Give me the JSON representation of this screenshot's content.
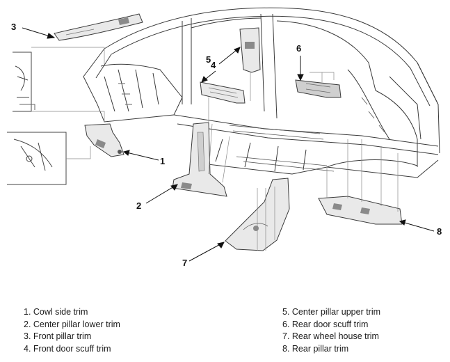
{
  "callouts": {
    "c1": "1",
    "c2": "2",
    "c3": "3",
    "c4": "4",
    "c5": "5",
    "c6": "6",
    "c7": "7",
    "c8": "8"
  },
  "legend": {
    "left": [
      "1. Cowl side trim",
      "2. Center pillar lower trim",
      "3. Front pillar trim",
      "4. Front door scuff trim"
    ],
    "right": [
      "5. Center pillar upper trim",
      "6. Rear door scuff trim",
      "7. Rear wheel house trim",
      "8. Rear pillar trim"
    ]
  },
  "colors": {
    "line": "#3a3a3a",
    "part_fill": "#e9e9e9",
    "part_dark": "#8a8a8a",
    "leader": "#888888"
  }
}
